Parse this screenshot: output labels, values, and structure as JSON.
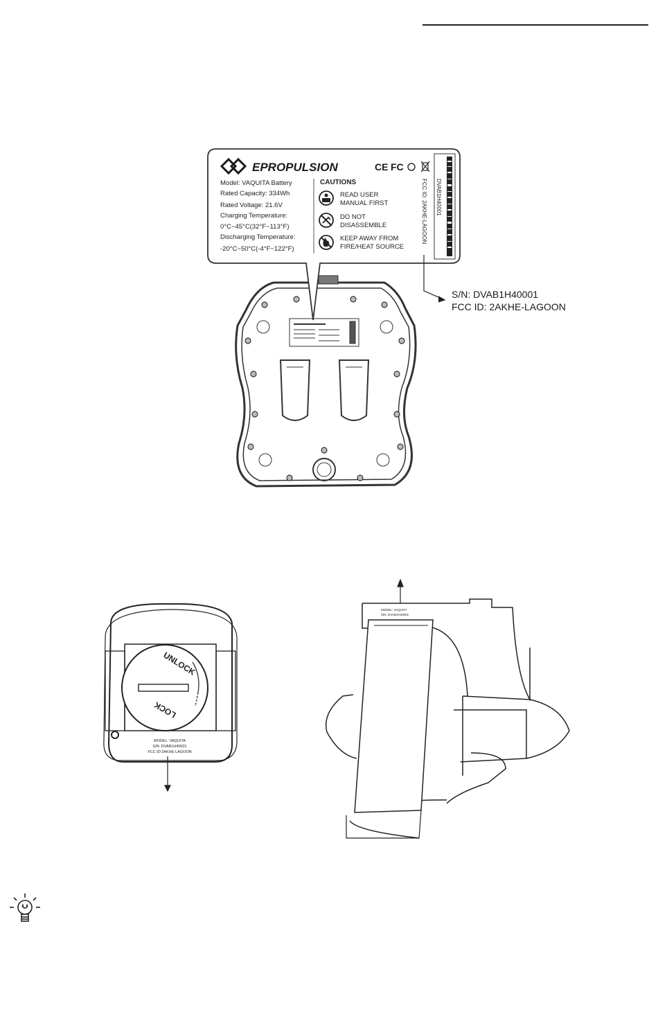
{
  "label": {
    "brand": "EPROPULSION",
    "cert_marks": [
      "CE",
      "FC"
    ],
    "specs": [
      "Model: VAQUITA Battery",
      "Rated Capacity: 334Wh",
      "Rated Voltage: 21.6V",
      "Charging Temperature:",
      "0°C~45°C(32°F~113°F)",
      "Discharging Temperature:",
      "-20°C~50°C(-4°F~122°F)"
    ],
    "cautions_title": "CAUTIONS",
    "cautions": [
      {
        "line1": "READ USER",
        "line2": "MANUAL FIRST",
        "icon": "read-manual-icon"
      },
      {
        "line1": "DO NOT",
        "line2": "DISASSEMBLE",
        "icon": "no-disassemble-icon"
      },
      {
        "line1": "KEEP AWAY FROM",
        "line2": "FIRE/HEAT SOURCE",
        "icon": "no-fire-icon"
      }
    ],
    "barcode_text": "DVAB1H40001",
    "vertical_fcc": "FCC ID: 2AKHE-LAGOON"
  },
  "callout": {
    "sn": "S/N: DVAB1H40001",
    "fcc": "FCC ID: 2AKHE-LAGOON"
  },
  "cap_view": {
    "unlock": "UNLOCK",
    "lock": "LOCK",
    "info": [
      "MODEL: VAQUITA",
      "S/N: DVAB1H40001",
      "FCC ID:2AKHE-LAGOON"
    ]
  },
  "side_view": {
    "info": [
      "MODEL: VAQUITA",
      "S/N: DVAB1H40001"
    ]
  },
  "tip_icon": "lightbulb-icon"
}
